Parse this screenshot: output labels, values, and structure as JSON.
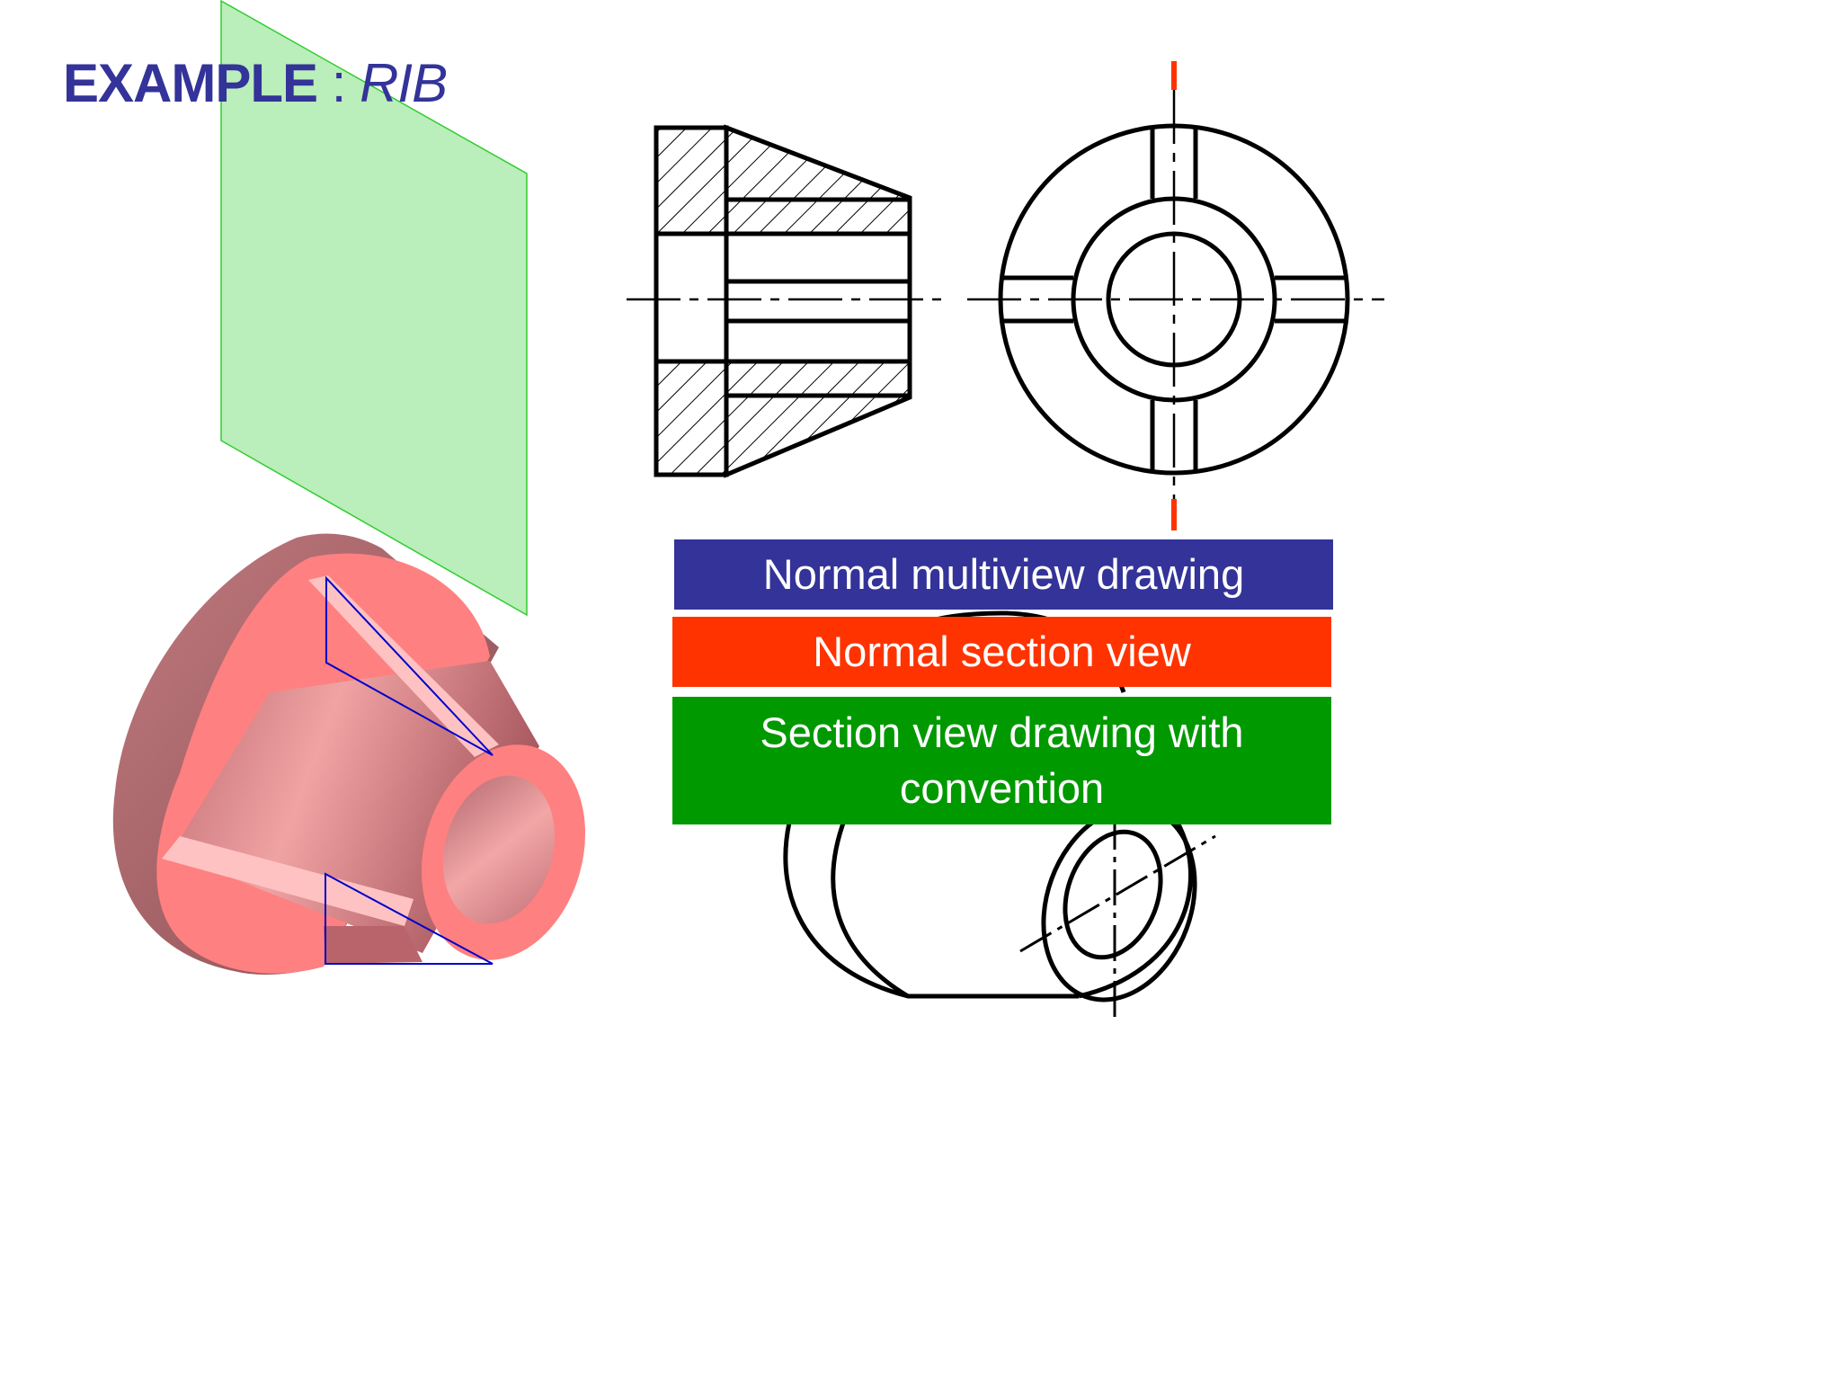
{
  "title": {
    "main": "EXAMPLE",
    "separator": " : ",
    "sub": "RIB"
  },
  "labels": [
    {
      "text": "Normal multiview drawing",
      "color": "#333399"
    },
    {
      "text": "Normal section view",
      "color": "#ff3300"
    },
    {
      "text": "Section view drawing with convention",
      "color": "#009900"
    }
  ],
  "colors": {
    "title": "#333399",
    "cutting_plane": "#b3ecb3",
    "part": "#ff8080",
    "center_mark": "#ff3300"
  }
}
